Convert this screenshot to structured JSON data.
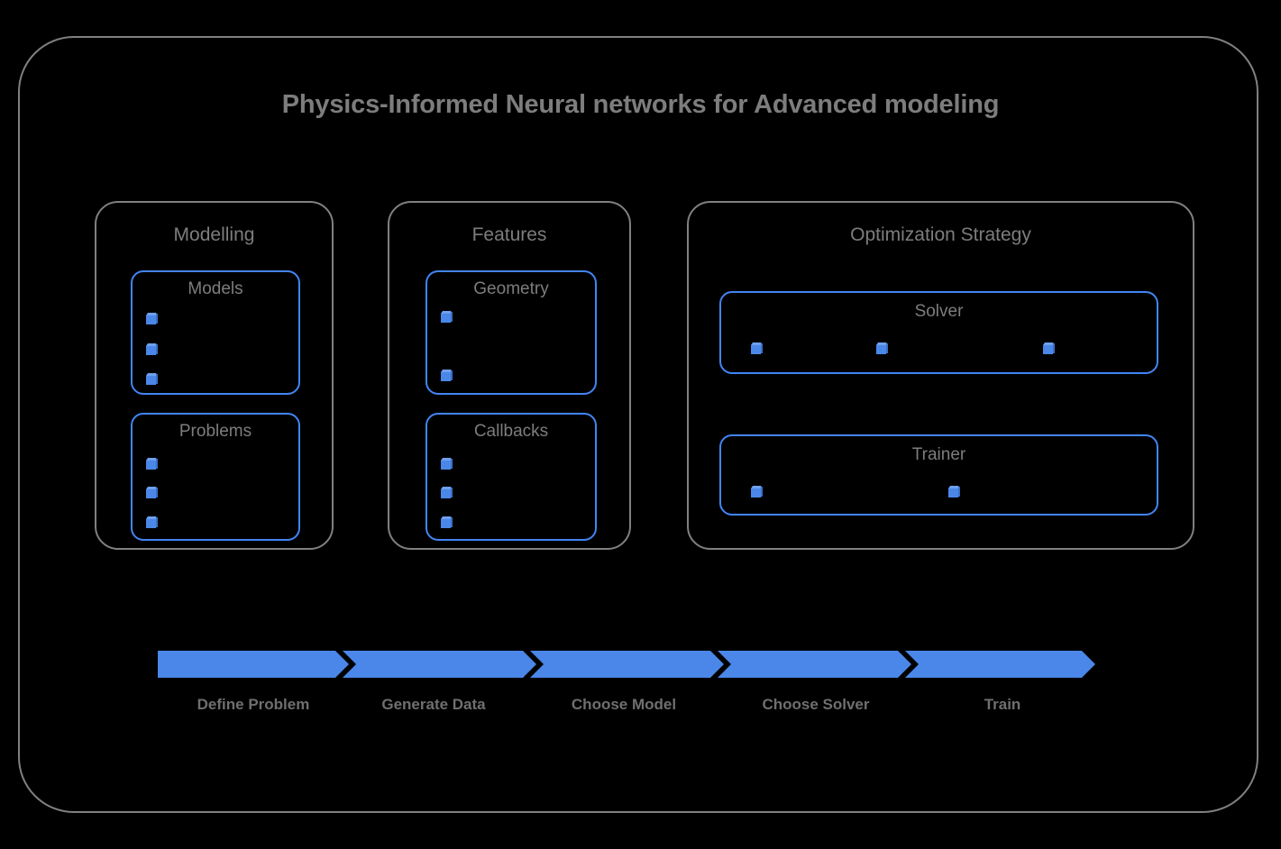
{
  "diagram": {
    "title": "Physics-Informed Neural networks for Advanced modeling",
    "frame_border_color": "#808080",
    "accent_color": "#4285f4",
    "text_color": "#7d7d7d",
    "background_color": "#000000"
  },
  "groups": [
    {
      "id": "modelling",
      "title": "Modelling",
      "boxes": [
        {
          "id": "models",
          "title": "Models",
          "bullet_count": 3
        },
        {
          "id": "problems",
          "title": "Problems",
          "bullet_count": 3
        }
      ]
    },
    {
      "id": "features",
      "title": "Features",
      "boxes": [
        {
          "id": "geometry",
          "title": "Geometry",
          "bullet_count": 2
        },
        {
          "id": "callbacks",
          "title": "Callbacks",
          "bullet_count": 3
        }
      ]
    },
    {
      "id": "optimization-strategy",
      "title": "Optimization Strategy",
      "boxes": [
        {
          "id": "solver",
          "title": "Solver",
          "bullet_count": 3
        },
        {
          "id": "trainer",
          "title": "Trainer",
          "bullet_count": 2
        }
      ]
    }
  ],
  "pipeline": {
    "steps": [
      {
        "label": "Define Problem"
      },
      {
        "label": "Generate Data"
      },
      {
        "label": "Choose Model"
      },
      {
        "label": "Choose Solver"
      },
      {
        "label": "Train"
      }
    ]
  }
}
